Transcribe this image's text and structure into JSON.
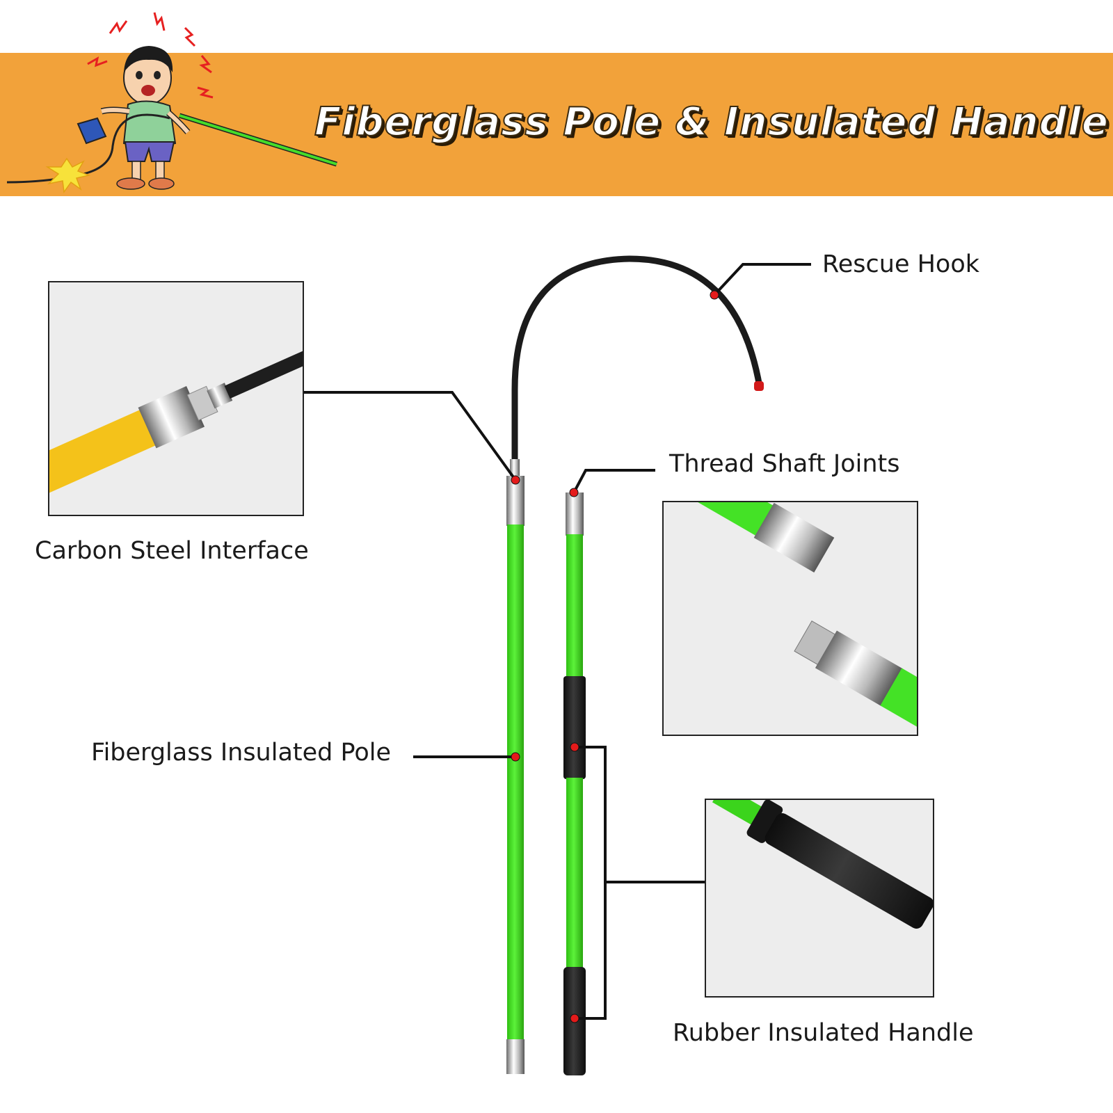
{
  "banner": {
    "title": "Fiberglass Pole & Insulated Handle",
    "background_color": "#f2a23a",
    "illustration": "electric-shock-boy-icon"
  },
  "callouts": {
    "rescue_hook": "Rescue Hook",
    "carbon_steel_interface": "Carbon Steel Interface",
    "thread_shaft_joints": "Thread Shaft Joints",
    "fiberglass_insulated_pole": "Fiberglass Insulated Pole",
    "rubber_insulated_handle": "Rubber Insulated Handle"
  },
  "colors": {
    "pole_green": "#39e01a",
    "marker_red": "#e41b1b",
    "handle_black": "#1e1e1e"
  }
}
